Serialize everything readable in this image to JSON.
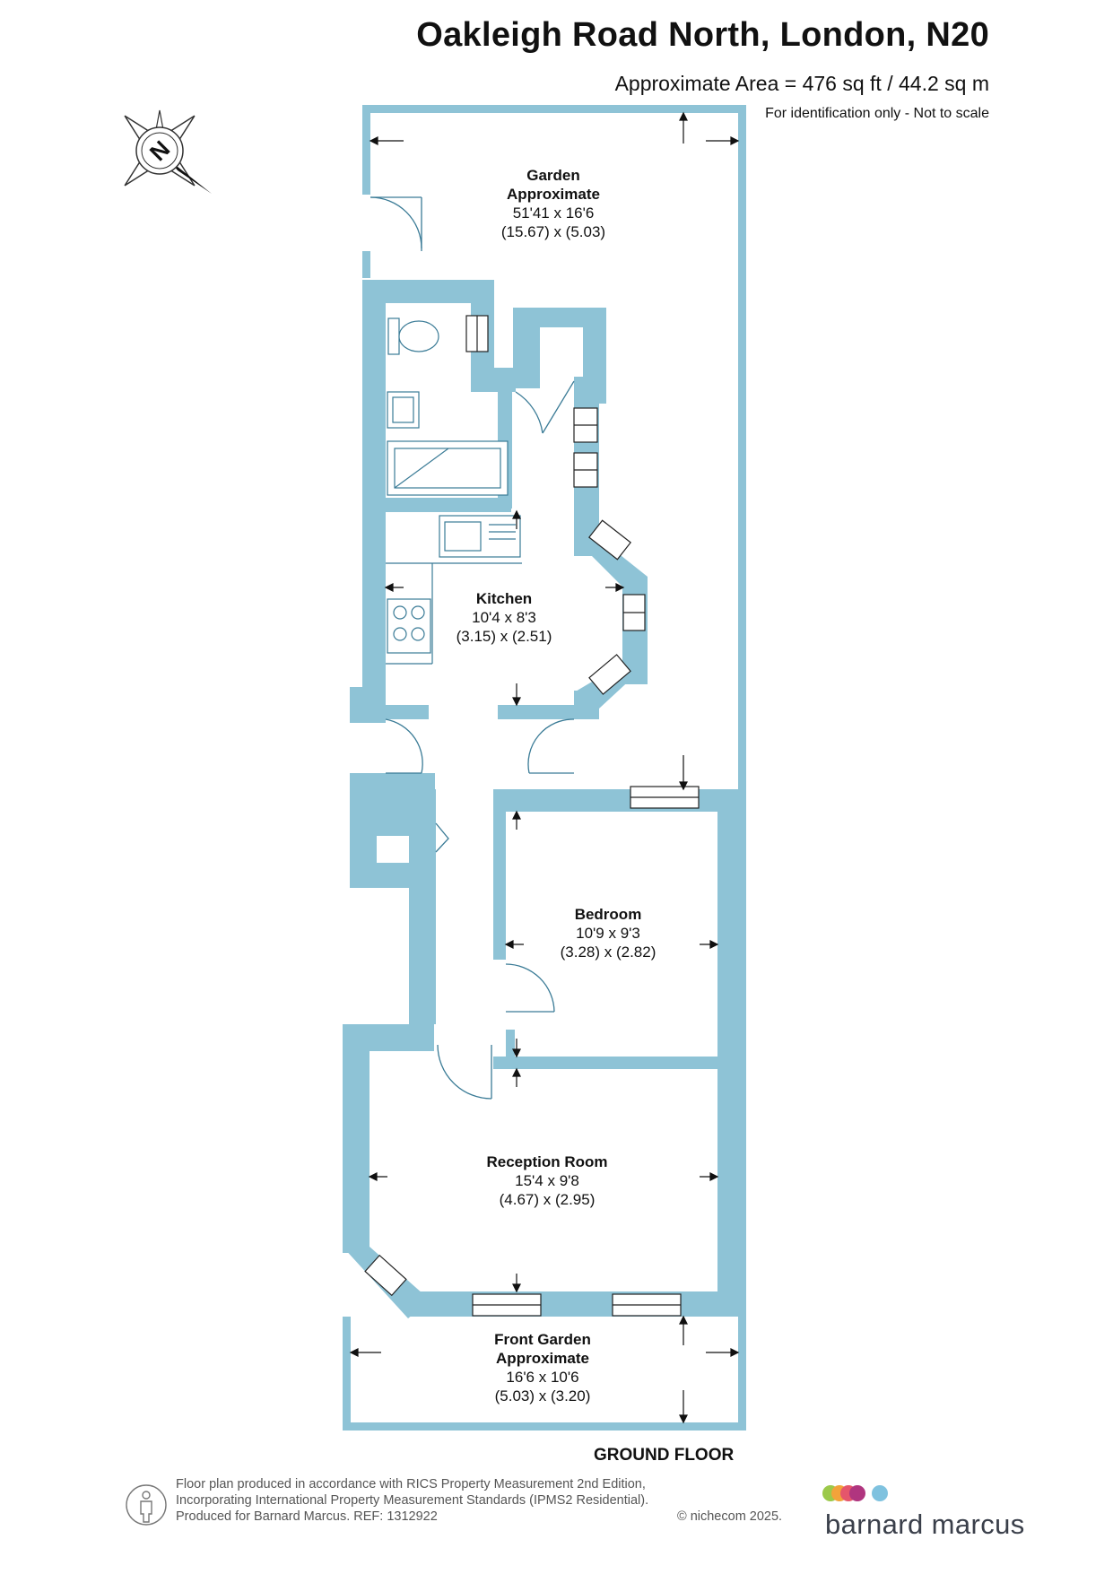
{
  "header": {
    "title": "Oakleigh Road North, London, N20",
    "area": "Approximate Area = 476 sq ft / 44.2 sq m",
    "note": "For identification only - Not to scale"
  },
  "compass": {
    "letter": "N",
    "icon": "compass-icon"
  },
  "rooms": {
    "garden": {
      "name": "Garden",
      "sub": "Approximate",
      "imperial": "51'41 x 16'6",
      "metric": "(15.67) x (5.03)"
    },
    "kitchen": {
      "name": "Kitchen",
      "imperial": "10'4 x 8'3",
      "metric": "(3.15) x (2.51)"
    },
    "bedroom": {
      "name": "Bedroom",
      "imperial": "10'9 x 9'3",
      "metric": "(3.28) x (2.82)"
    },
    "reception": {
      "name": "Reception Room",
      "imperial": "15'4 x 9'8",
      "metric": "(4.67) x (2.95)"
    },
    "front_garden": {
      "name": "Front Garden",
      "sub": "Approximate",
      "imperial": "16'6 x 10'6",
      "metric": "(5.03) x (3.20)"
    }
  },
  "floor_label": "GROUND FLOOR",
  "footer": {
    "line1": "Floor plan produced in accordance with RICS Property Measurement 2nd Edition,",
    "line2": "Incorporating International Property Measurement Standards (IPMS2 Residential).",
    "line3": "Produced for Barnard Marcus.   REF:  1312922",
    "copyright": "© nichecom 2025.",
    "brand": "barnard marcus",
    "brand_dots": [
      "#9cc94a",
      "#f2a33a",
      "#e5566b",
      "#b0357f",
      "#7fc2df"
    ]
  },
  "colors": {
    "wall": "#8ec3d6",
    "line": "#3a7b96",
    "text": "#111111"
  }
}
